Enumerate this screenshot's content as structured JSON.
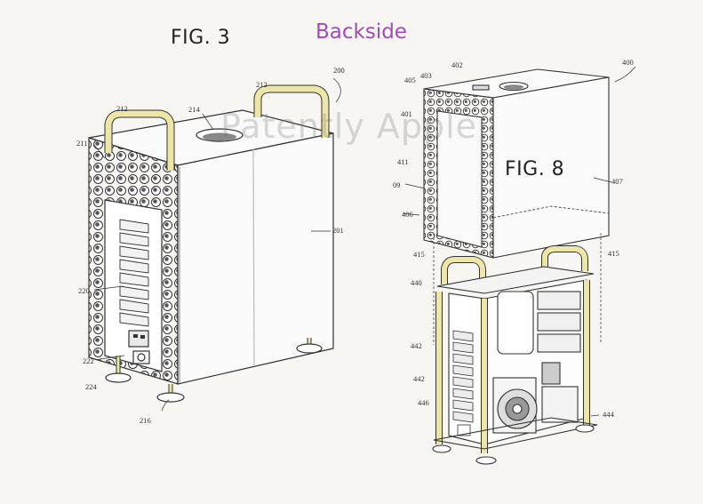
{
  "header": "Backside",
  "watermark": "Patently Apple",
  "colors": {
    "handle": "#ece7a6",
    "line": "#333333",
    "accent": "#a349b8"
  },
  "fig3": {
    "title": "FIG. 3",
    "refs": {
      "r200": "200",
      "r212a": "212",
      "r212b": "212",
      "r214": "214",
      "r211": "211",
      "r201": "201",
      "r220": "220",
      "r222": "222",
      "r224": "224",
      "r216": "216"
    }
  },
  "fig8": {
    "title": "FIG. 8",
    "refs": {
      "r400": "400",
      "r402": "402",
      "r403": "403",
      "r405": "405",
      "r401": "401",
      "r411": "411",
      "r09": "09",
      "r406": "406",
      "r407": "407",
      "r415a": "415",
      "r415b": "415",
      "r440": "440",
      "r442a": "442",
      "r442b": "442",
      "r446": "446",
      "r444": "444"
    }
  }
}
